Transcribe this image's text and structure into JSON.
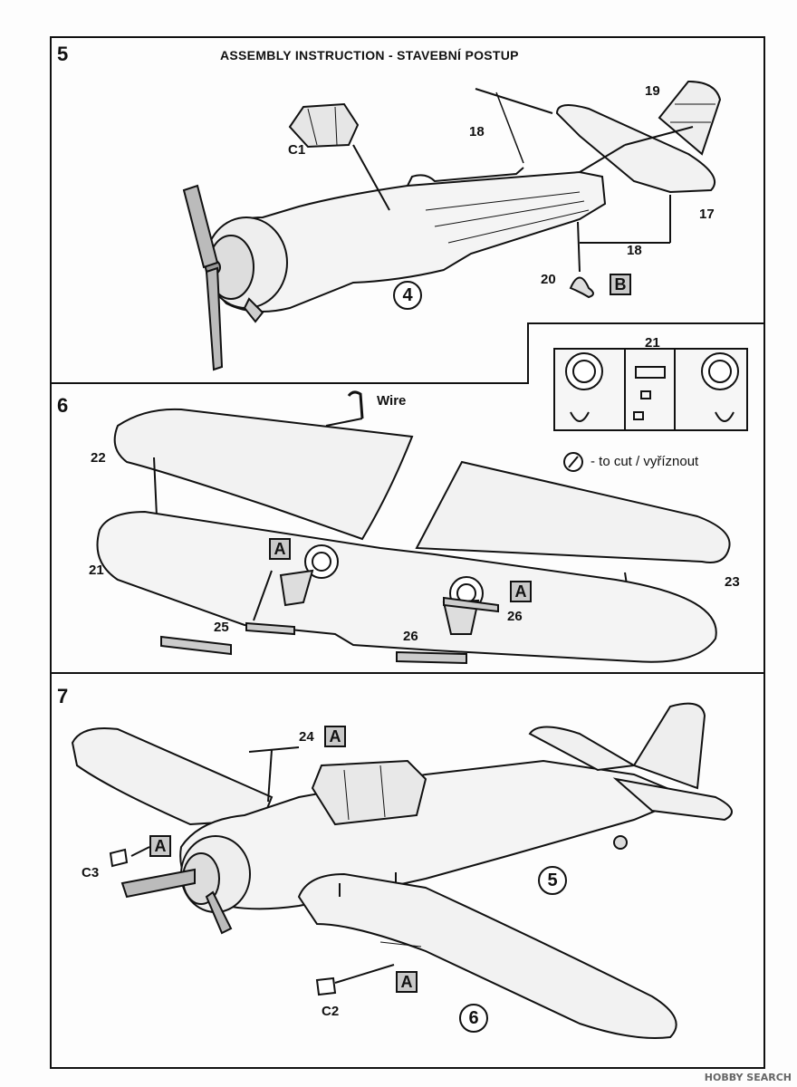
{
  "header": {
    "title": "ASSEMBLY INSTRUCTION - STAVEBNÍ POSTUP"
  },
  "steps": {
    "step5": {
      "number": "5",
      "circle": "4",
      "parts": {
        "c1": "C1",
        "p18a": "18",
        "p18b": "18",
        "p19": "19",
        "p17": "17",
        "p20": "20",
        "box": "B"
      }
    },
    "step6": {
      "number": "6",
      "parts": {
        "wire": "Wire",
        "p22": "22",
        "p21": "21",
        "p23": "23",
        "p25": "25",
        "p26a": "26",
        "p26b": "26",
        "inset21": "21",
        "boxa1": "A",
        "boxa2": "A"
      },
      "cut_note": "- to cut / vyříznout"
    },
    "step7": {
      "number": "7",
      "circle5": "5",
      "circle6": "6",
      "parts": {
        "p24": "24",
        "c3": "C3",
        "c2": "C2",
        "boxa1": "A",
        "boxa2": "A",
        "boxa3": "A"
      }
    }
  },
  "watermark": "HOBBY SEARCH"
}
